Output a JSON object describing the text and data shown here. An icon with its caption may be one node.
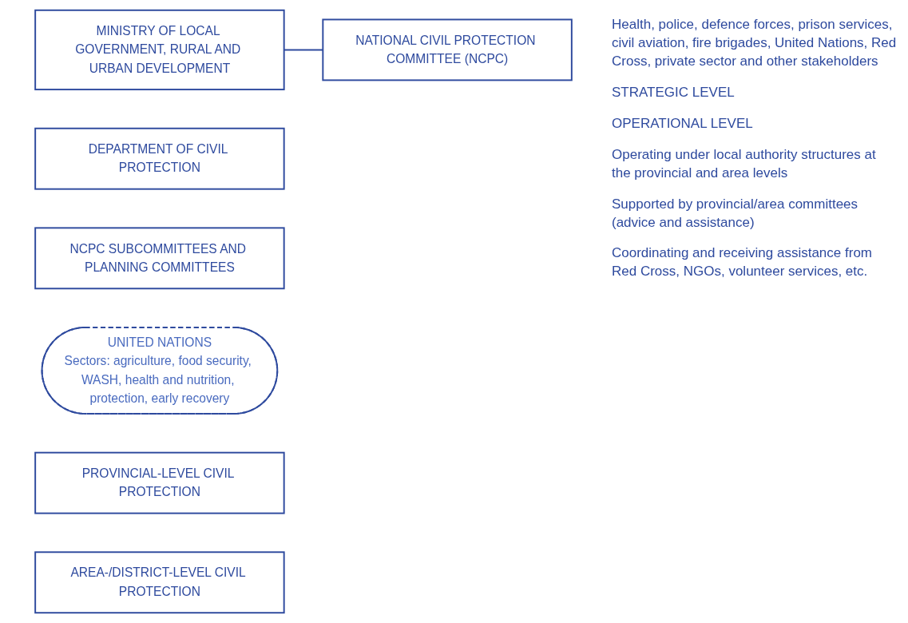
{
  "diagram": {
    "nodes": [
      {
        "text": [
          "MINISTRY OF LOCAL GOVERNMENT, RURAL AND URBAN DEVELOPMENT"
        ]
      },
      {
        "text": [
          "NATIONAL CIVIL PROTECTION COMMITTEE (NCPC)"
        ]
      },
      {
        "text": [
          "DEPARTMENT OF CIVIL PROTECTION"
        ]
      },
      {
        "text": [
          "NCPC SUBCOMMITTEES AND PLANNING COMMITTEES"
        ]
      },
      {
        "text": [
          "UNITED NATIONS",
          "Sectors: agriculture, food security, WASH, health and nutrition, protection, early recovery"
        ]
      },
      {
        "text": [
          "PROVINCIAL-LEVEL CIVIL PROTECTION"
        ]
      },
      {
        "text": [
          "AREA-/DISTRICT-LEVEL CIVIL PROTECTION"
        ]
      }
    ],
    "edges": [
      {
        "from": 0,
        "to": 1,
        "arrow": "none"
      }
    ],
    "labels": [
      "Health, police, defence forces, prison services, civil aviation, fire brigades, United Nations, Red Cross, private sector and other stakeholders",
      "STRATEGIC LEVEL",
      "OPERATIONAL LEVEL",
      "Operating under local authority structures at the provincial and area levels",
      "Supported by provincial/area committees (advice and assistance)",
      "Coordinating and receiving assistance from Red Cross, NGOs, volunteer services, etc."
    ]
  }
}
